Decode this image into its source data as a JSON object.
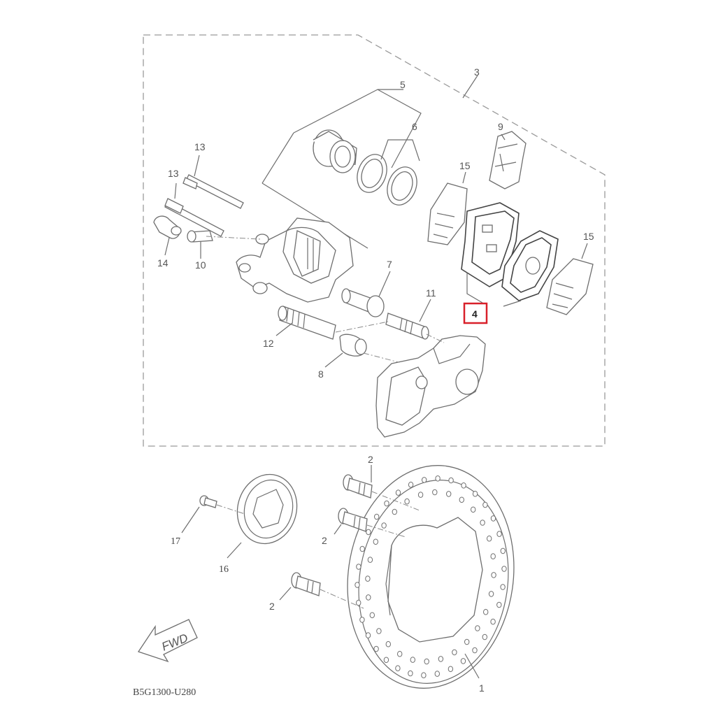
{
  "diagram": {
    "reference_code": "B5G1300-U280",
    "direction_label": "FWD",
    "highlight_color": "#d8202a",
    "callouts": {
      "c1": "1",
      "c2a": "2",
      "c2b": "2",
      "c2c": "2",
      "c3": "3",
      "c4": "4",
      "c5": "5",
      "c6": "6",
      "c7": "7",
      "c8": "8",
      "c9": "9",
      "c10": "10",
      "c11": "11",
      "c12": "12",
      "c13a": "13",
      "c13b": "13",
      "c14": "14",
      "c15a": "15",
      "c15b": "15",
      "c16": "16",
      "c17": "17"
    }
  }
}
